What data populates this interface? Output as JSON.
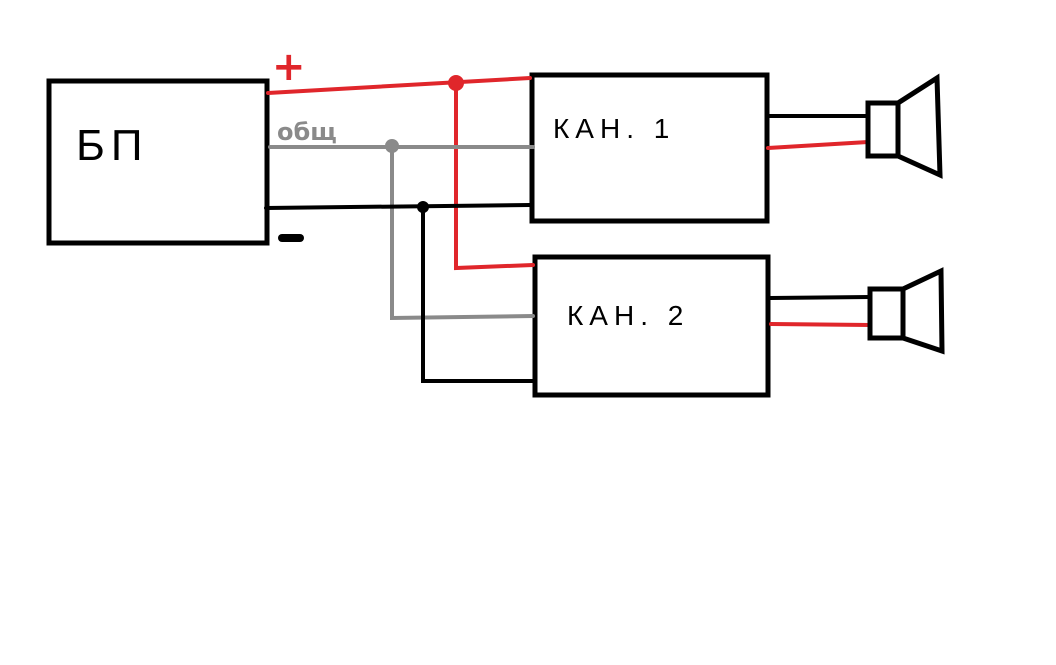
{
  "diagram": {
    "power_supply": {
      "label": "БП"
    },
    "terminals": {
      "plus": {
        "label": "+",
        "color": "#e0262b"
      },
      "common": {
        "label": "общ",
        "color": "#8a8a8a"
      },
      "minus": {
        "label": "−",
        "color": "#000000"
      }
    },
    "channels": [
      {
        "label": "КАН. 1"
      },
      {
        "label": "КАН. 2"
      }
    ],
    "speakers": [
      {
        "name": "speaker-1",
        "connected_to": "КАН. 1"
      },
      {
        "name": "speaker-2",
        "connected_to": "КАН. 2"
      }
    ],
    "wire_colors": {
      "positive": "#e0262b",
      "common": "#8a8a8a",
      "negative": "#000000"
    }
  }
}
